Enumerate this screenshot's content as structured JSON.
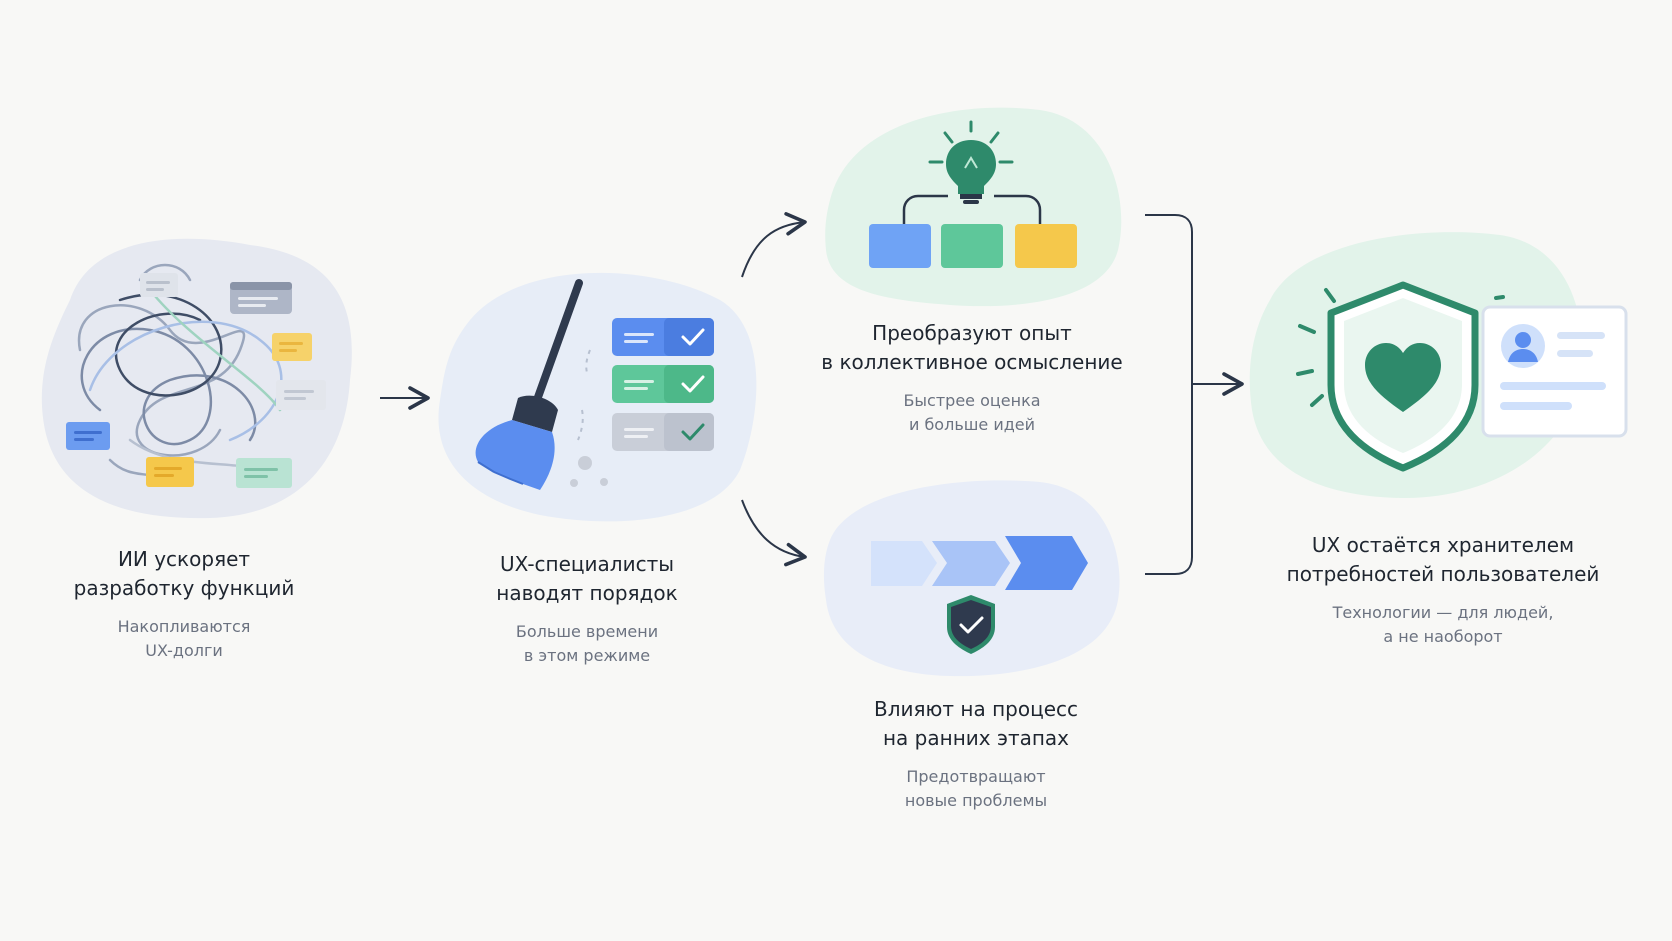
{
  "steps": [
    {
      "id": "ai",
      "title": [
        "ИИ ускоряет",
        "разработку функций"
      ],
      "subtitle": [
        "Накопливаются",
        "UX-долги"
      ]
    },
    {
      "id": "ux",
      "title": [
        "UX-специалисты",
        "наводят порядок"
      ],
      "subtitle": [
        "Больше времени",
        "в этом режиме"
      ]
    },
    {
      "id": "collective",
      "title": [
        "Преобразуют опыт",
        "в коллективное осмысление"
      ],
      "subtitle": [
        "Быстрее оценка",
        "и больше идей"
      ]
    },
    {
      "id": "process",
      "title": [
        "Влияют на процесс",
        "на ранних этапах"
      ],
      "subtitle": [
        "Предотвращают",
        "новые проблемы"
      ]
    },
    {
      "id": "guardian",
      "title": [
        "UX остаётся хранителем",
        "потребностей пользователей"
      ],
      "subtitle": [
        "Технологии — для людей,",
        "а не наоборот"
      ]
    }
  ],
  "icons": {
    "step1": "tangled-threads-icon",
    "step2": "broom-checklist-icon",
    "step3": "lightbulb-tree-icon",
    "step4": "chevron-process-shield-icon",
    "step5": "shield-heart-profile-icon"
  },
  "colors": {
    "background": "#f8f8f6",
    "dark": "#2b3648",
    "blue": "#5b8def",
    "green": "#5ec79a",
    "yellow": "#f5c84b",
    "teal_dark": "#2e8a6b",
    "gray": "#c9ced8"
  }
}
